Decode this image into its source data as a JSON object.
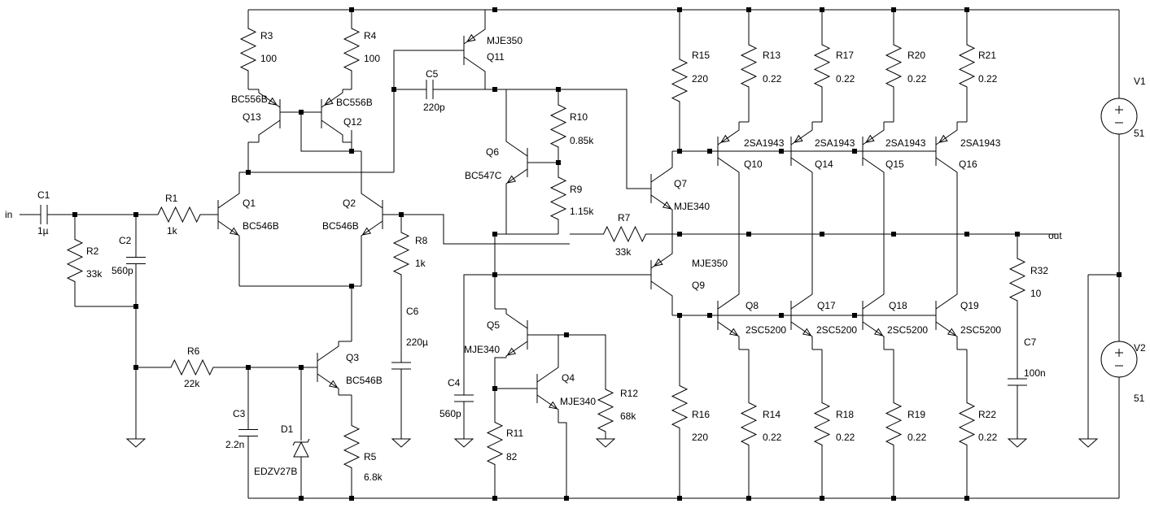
{
  "ports": {
    "input": "in",
    "output": "out"
  },
  "sources": [
    {
      "name": "V1",
      "value": "51"
    },
    {
      "name": "V2",
      "value": "51"
    }
  ],
  "resistors": [
    {
      "name": "R1",
      "value": "1k"
    },
    {
      "name": "R2",
      "value": "33k"
    },
    {
      "name": "R3",
      "value": "100"
    },
    {
      "name": "R4",
      "value": "100"
    },
    {
      "name": "R5",
      "value": "6.8k"
    },
    {
      "name": "R6",
      "value": "22k"
    },
    {
      "name": "R7",
      "value": "33k"
    },
    {
      "name": "R8",
      "value": "1k"
    },
    {
      "name": "R9",
      "value": "1.15k"
    },
    {
      "name": "R10",
      "value": "0.85k"
    },
    {
      "name": "R11",
      "value": "82"
    },
    {
      "name": "R12",
      "value": "68k"
    },
    {
      "name": "R13",
      "value": "0.22"
    },
    {
      "name": "R14",
      "value": "0.22"
    },
    {
      "name": "R15",
      "value": "220"
    },
    {
      "name": "R16",
      "value": "220"
    },
    {
      "name": "R17",
      "value": "0.22"
    },
    {
      "name": "R18",
      "value": "0.22"
    },
    {
      "name": "R19",
      "value": "0.22"
    },
    {
      "name": "R20",
      "value": "0.22"
    },
    {
      "name": "R21",
      "value": "0.22"
    },
    {
      "name": "R22",
      "value": "0.22"
    },
    {
      "name": "R32",
      "value": "10"
    }
  ],
  "capacitors": [
    {
      "name": "C1",
      "value": "1µ"
    },
    {
      "name": "C2",
      "value": "560p"
    },
    {
      "name": "C3",
      "value": "2.2n"
    },
    {
      "name": "C4",
      "value": "560p"
    },
    {
      "name": "C5",
      "value": "220p"
    },
    {
      "name": "C6",
      "value": "220µ"
    },
    {
      "name": "C7",
      "value": "100n"
    }
  ],
  "diodes": [
    {
      "name": "D1",
      "part": "EDZV27B"
    }
  ],
  "transistors": [
    {
      "name": "Q1",
      "part": "BC546B"
    },
    {
      "name": "Q2",
      "part": "BC546B"
    },
    {
      "name": "Q3",
      "part": "BC546B"
    },
    {
      "name": "Q4",
      "part": "MJE340"
    },
    {
      "name": "Q5",
      "part": "MJE340"
    },
    {
      "name": "Q6",
      "part": "BC547C"
    },
    {
      "name": "Q7",
      "part": "MJE340"
    },
    {
      "name": "Q8",
      "part": "2SC5200"
    },
    {
      "name": "Q9",
      "part": "MJE350"
    },
    {
      "name": "Q10",
      "part": "2SA1943"
    },
    {
      "name": "Q11",
      "part": "MJE350"
    },
    {
      "name": "Q12",
      "part": "BC556B"
    },
    {
      "name": "Q13",
      "part": "BC556B"
    },
    {
      "name": "Q14",
      "part": "2SA1943"
    },
    {
      "name": "Q15",
      "part": "2SA1943"
    },
    {
      "name": "Q16",
      "part": "2SA1943"
    },
    {
      "name": "Q17",
      "part": "2SC5200"
    },
    {
      "name": "Q18",
      "part": "2SC5200"
    },
    {
      "name": "Q19",
      "part": "2SC5200"
    }
  ]
}
